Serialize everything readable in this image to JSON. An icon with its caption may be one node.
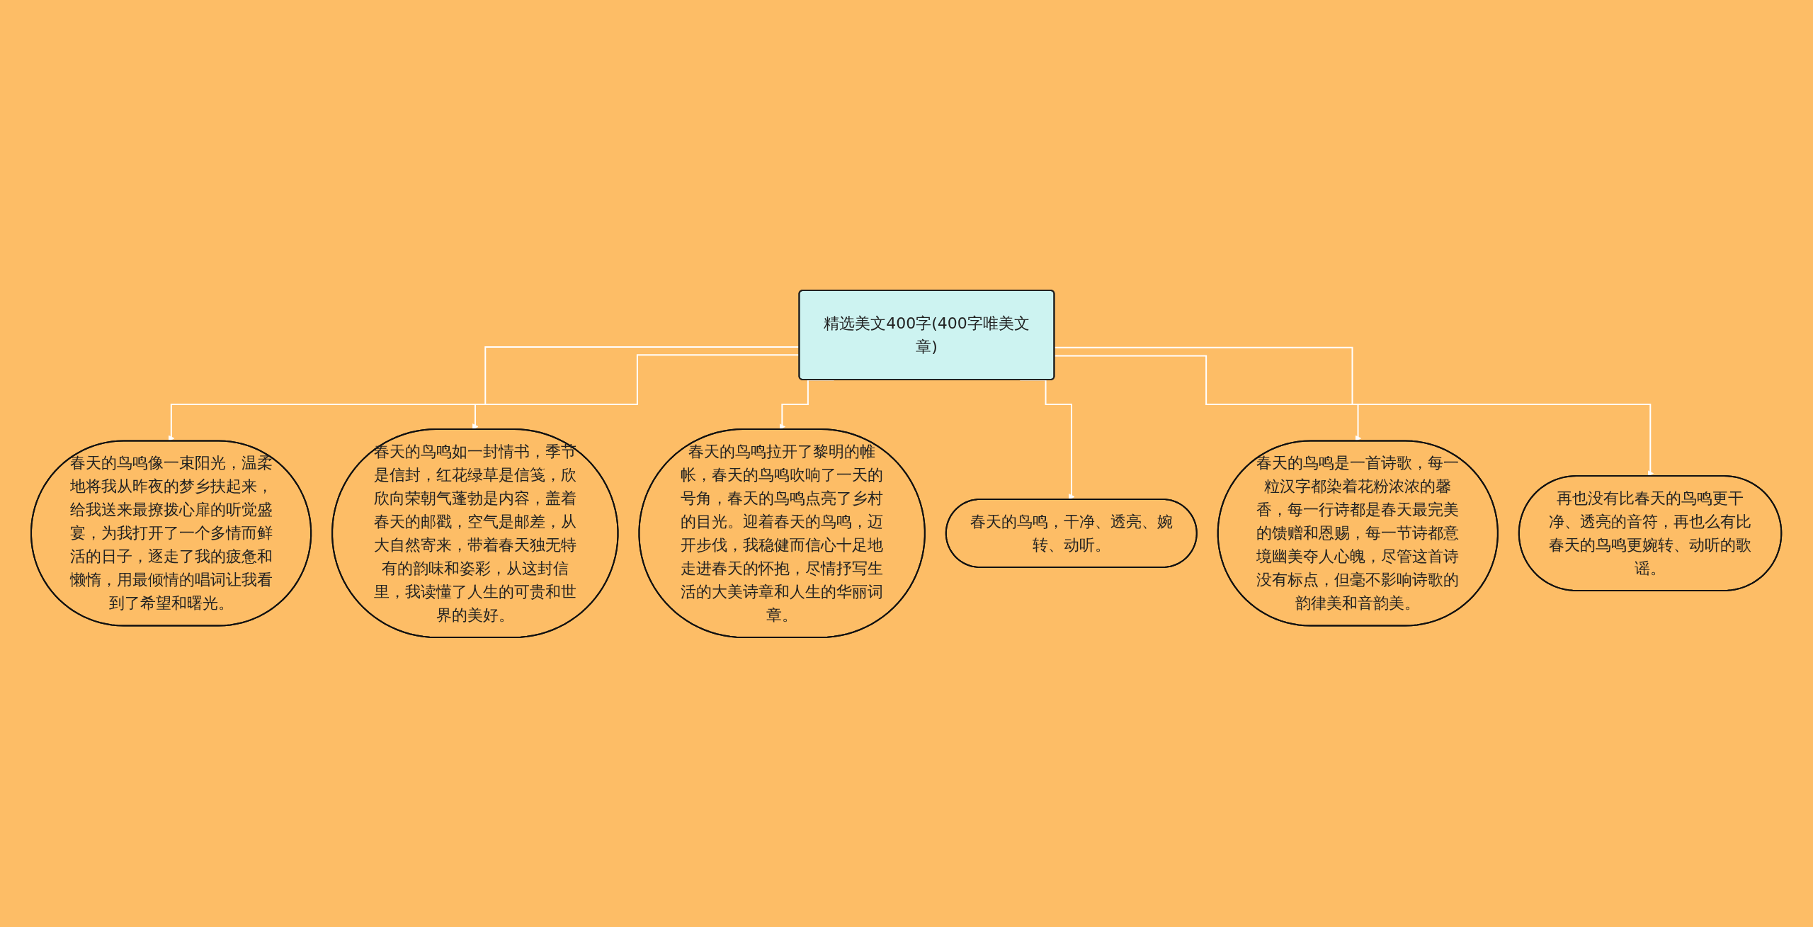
{
  "diagram": {
    "nodes": [
      {
        "text": [
          "精选美文400字(400字唯美文章)"
        ]
      },
      {
        "text": [
          "春天的鸟鸣像一束阳光，温柔地将我从昨夜的梦乡扶起来，给我送来最撩拨心扉的听觉盛宴，为我打开了一个多情而鲜活的日子，逐走了我的疲惫和懒惰，用最倾情的唱词让我看到了希望和曙光。"
        ]
      },
      {
        "text": [
          "春天的鸟鸣如一封情书，季节是信封，红花绿草是信笺，欣欣向荣朝气蓬勃是内容，盖着春天的邮戳，空气是邮差，从大自然寄来，带着春天独无特有的韵味和姿彩，从这封信里，我读懂了人生的可贵和世界的美好。"
        ]
      },
      {
        "text": [
          "春天的鸟鸣拉开了黎明的帷帐，春天的鸟鸣吹响了一天的号角，春天的鸟鸣点亮了乡村的目光。迎着春天的鸟鸣，迈开步伐，我稳健而信心十足地走进春天的怀抱，尽情抒写生活的大美诗章和人生的华丽词章。"
        ]
      },
      {
        "text": [
          "春天的鸟鸣，干净、透亮、婉转、动听。"
        ]
      },
      {
        "text": [
          "春天的鸟鸣是一首诗歌，每一粒汉字都染着花粉浓浓的馨香，每一行诗都是春天最完美的馈赠和恩赐，每一节诗都意境幽美夺人心魄，尽管这首诗没有标点，但毫不影响诗歌的韵律美和音韵美。"
        ]
      },
      {
        "text": [
          "再也没有比春天的鸟鸣更干净、透亮的音符，再也么有比春天的鸟鸣更婉转、动听的歌谣。"
        ]
      }
    ],
    "edges": [
      {
        "from": 0,
        "to": 1,
        "arrow": "to"
      },
      {
        "from": 0,
        "to": 2,
        "arrow": "to"
      },
      {
        "from": 0,
        "to": 3,
        "arrow": "to"
      },
      {
        "from": 0,
        "to": 4,
        "arrow": "to"
      },
      {
        "from": 0,
        "to": 5,
        "arrow": "to"
      },
      {
        "from": 0,
        "to": 6,
        "arrow": "to"
      }
    ]
  }
}
